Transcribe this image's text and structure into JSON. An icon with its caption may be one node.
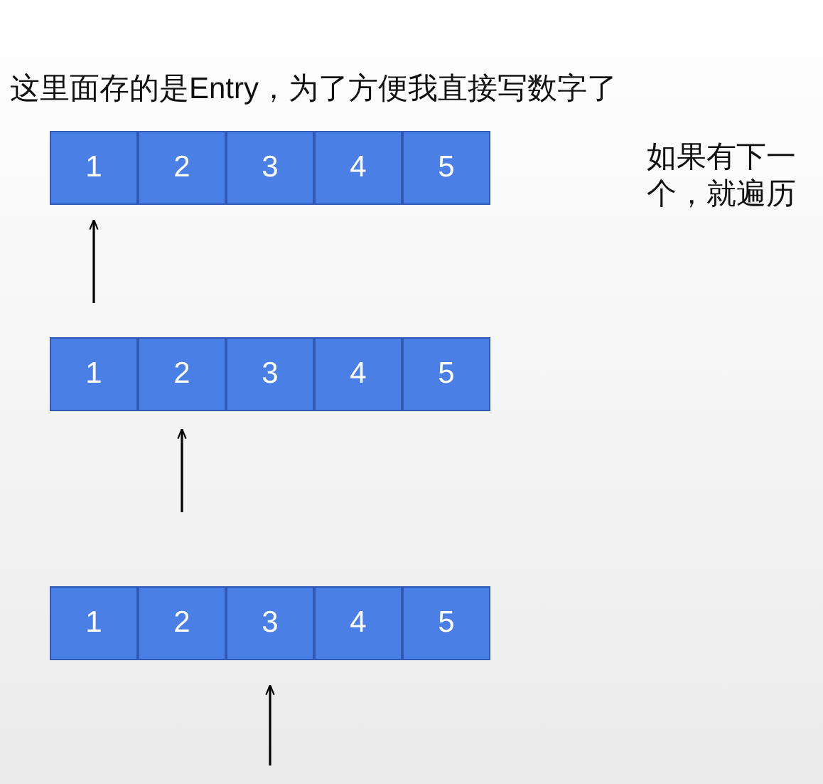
{
  "diagram": {
    "title": "这里面存的是Entry，为了方便我直接写数字了",
    "nodes": [
      {
        "text": [
          "1"
        ]
      },
      {
        "text": [
          "2"
        ]
      },
      {
        "text": [
          "3"
        ]
      },
      {
        "text": [
          "4"
        ]
      },
      {
        "text": [
          "5"
        ]
      },
      {
        "text": [
          "1"
        ]
      },
      {
        "text": [
          "2"
        ]
      },
      {
        "text": [
          "3"
        ]
      },
      {
        "text": [
          "4"
        ]
      },
      {
        "text": [
          "5"
        ]
      },
      {
        "text": [
          "1"
        ]
      },
      {
        "text": [
          "2"
        ]
      },
      {
        "text": [
          "3"
        ]
      },
      {
        "text": [
          "4"
        ]
      },
      {
        "text": [
          "5"
        ]
      }
    ],
    "edges": [
      {
        "from": null,
        "to": 0,
        "arrow": "to"
      },
      {
        "from": null,
        "to": 6,
        "arrow": "to"
      },
      {
        "from": null,
        "to": 12,
        "arrow": "to"
      }
    ],
    "labels": [
      "如果有下一个，就遍历"
    ]
  }
}
